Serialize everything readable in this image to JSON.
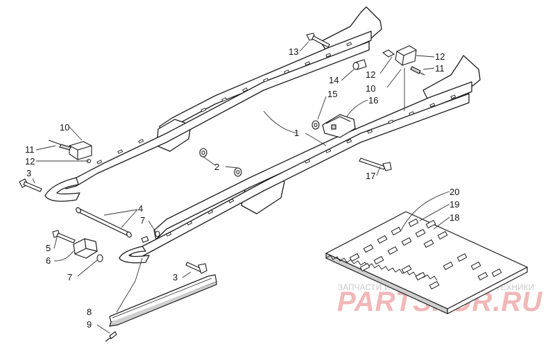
{
  "diagram": {
    "callouts": [
      {
        "id": "c1",
        "label": "1"
      },
      {
        "id": "c2",
        "label": "2"
      },
      {
        "id": "c3a",
        "label": "3"
      },
      {
        "id": "c3b",
        "label": "3"
      },
      {
        "id": "c4",
        "label": "4"
      },
      {
        "id": "c5",
        "label": "5"
      },
      {
        "id": "c6",
        "label": "6"
      },
      {
        "id": "c7a",
        "label": "7"
      },
      {
        "id": "c7b",
        "label": "7"
      },
      {
        "id": "c8",
        "label": "8"
      },
      {
        "id": "c9",
        "label": "9"
      },
      {
        "id": "c10a",
        "label": "10"
      },
      {
        "id": "c10b",
        "label": "10"
      },
      {
        "id": "c11a",
        "label": "11"
      },
      {
        "id": "c11b",
        "label": "11"
      },
      {
        "id": "c12a",
        "label": "12"
      },
      {
        "id": "c12b",
        "label": "12"
      },
      {
        "id": "c12c",
        "label": "12"
      },
      {
        "id": "c13",
        "label": "13"
      },
      {
        "id": "c14",
        "label": "14"
      },
      {
        "id": "c15",
        "label": "15"
      },
      {
        "id": "c16",
        "label": "16"
      },
      {
        "id": "c17",
        "label": "17"
      },
      {
        "id": "c18",
        "label": "18"
      },
      {
        "id": "c19",
        "label": "19"
      },
      {
        "id": "c20",
        "label": "20"
      }
    ],
    "colors": {
      "line": "#1a1a1a",
      "part_fill": "#ffffff",
      "shade": "#cfcfcf",
      "leader": "#333333"
    }
  },
  "watermark": {
    "subtitle": "ЗАПЧАСТИ И АКСЕССУАРЫ ДЛЯ МОТОТЕХНИКИ",
    "brand": "PARTSFOR.RU",
    "color": "#f2b7b7"
  }
}
